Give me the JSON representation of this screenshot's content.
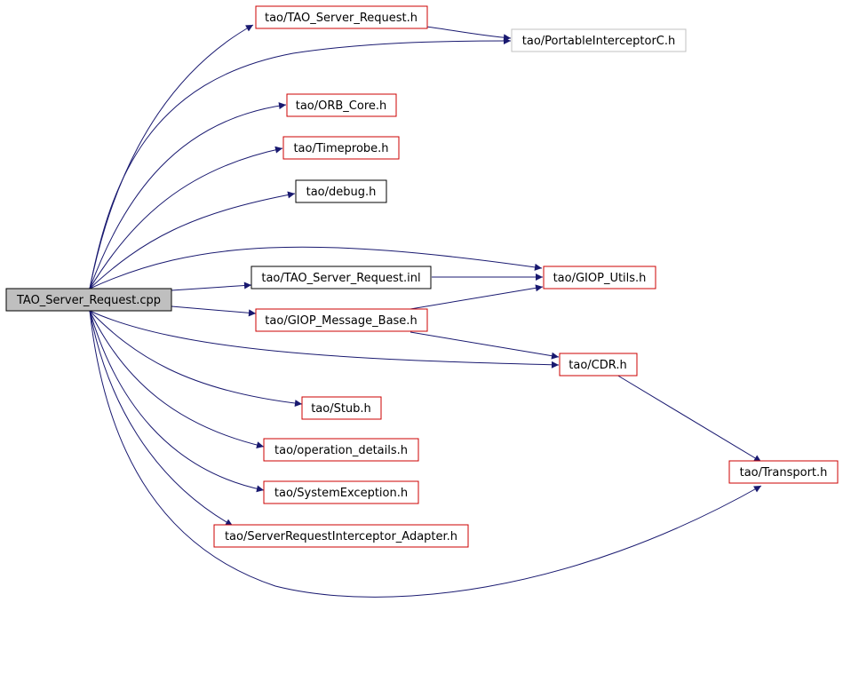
{
  "diagram": {
    "root": {
      "label": "TAO_Server_Request.cpp"
    },
    "nodes": [
      {
        "id": "tsr_h",
        "label": "tao/TAO_Server_Request.h"
      },
      {
        "id": "pic_h",
        "label": "tao/PortableInterceptorC.h"
      },
      {
        "id": "orb_core",
        "label": "tao/ORB_Core.h"
      },
      {
        "id": "timeprobe",
        "label": "tao/Timeprobe.h"
      },
      {
        "id": "debug",
        "label": "tao/debug.h"
      },
      {
        "id": "tsr_inl",
        "label": "tao/TAO_Server_Request.inl"
      },
      {
        "id": "giop_utils",
        "label": "tao/GIOP_Utils.h"
      },
      {
        "id": "giop_mb",
        "label": "tao/GIOP_Message_Base.h"
      },
      {
        "id": "cdr",
        "label": "tao/CDR.h"
      },
      {
        "id": "stub",
        "label": "tao/Stub.h"
      },
      {
        "id": "opdet",
        "label": "tao/operation_details.h"
      },
      {
        "id": "sysexc",
        "label": "tao/SystemException.h"
      },
      {
        "id": "sria",
        "label": "tao/ServerRequestInterceptor_Adapter.h"
      },
      {
        "id": "transport",
        "label": "tao/Transport.h"
      }
    ],
    "colors": {
      "root_fill": "#bfbfbf",
      "edge": "#191970",
      "border_linked": "#cc0000",
      "border_plain": "#000000",
      "border_external": "#c0c0c0"
    }
  }
}
